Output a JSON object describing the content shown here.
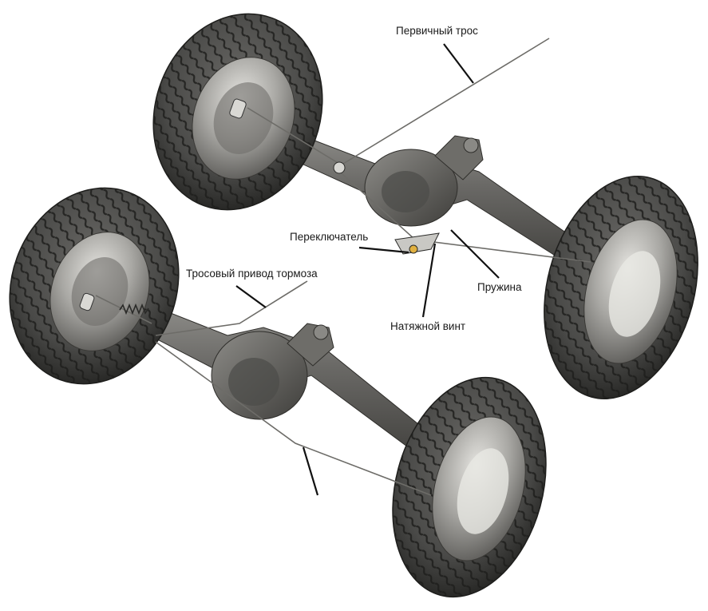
{
  "labels": {
    "primary_cable": "Первичный трос",
    "switch": "Переключатель",
    "brake_cable_drive": "Тросовый привод тормоза",
    "spring": "Пружина",
    "tension_screw": "Натяжной винт"
  },
  "colors": {
    "tire": "#4a4a48",
    "tire_dark": "#262624",
    "rim": "#8b8a86",
    "rim_light": "#d4d3cf",
    "axle": "#5d5c59",
    "axle_light": "#8f8e8a",
    "cable": "#6d6c68",
    "leader": "#111111"
  }
}
